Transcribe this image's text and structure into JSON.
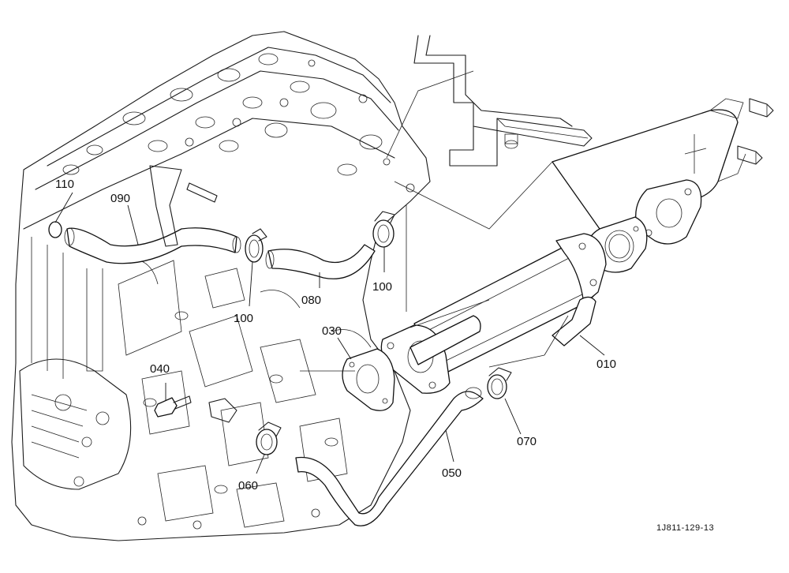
{
  "diagram": {
    "labels": {
      "p110": "110",
      "p090": "090",
      "p080": "080",
      "p100a": "100",
      "p100b": "100",
      "p030": "030",
      "p010": "010",
      "p040": "040",
      "p060": "060",
      "p050": "050",
      "p070": "070"
    },
    "reference_code": "1J811-129-13"
  }
}
